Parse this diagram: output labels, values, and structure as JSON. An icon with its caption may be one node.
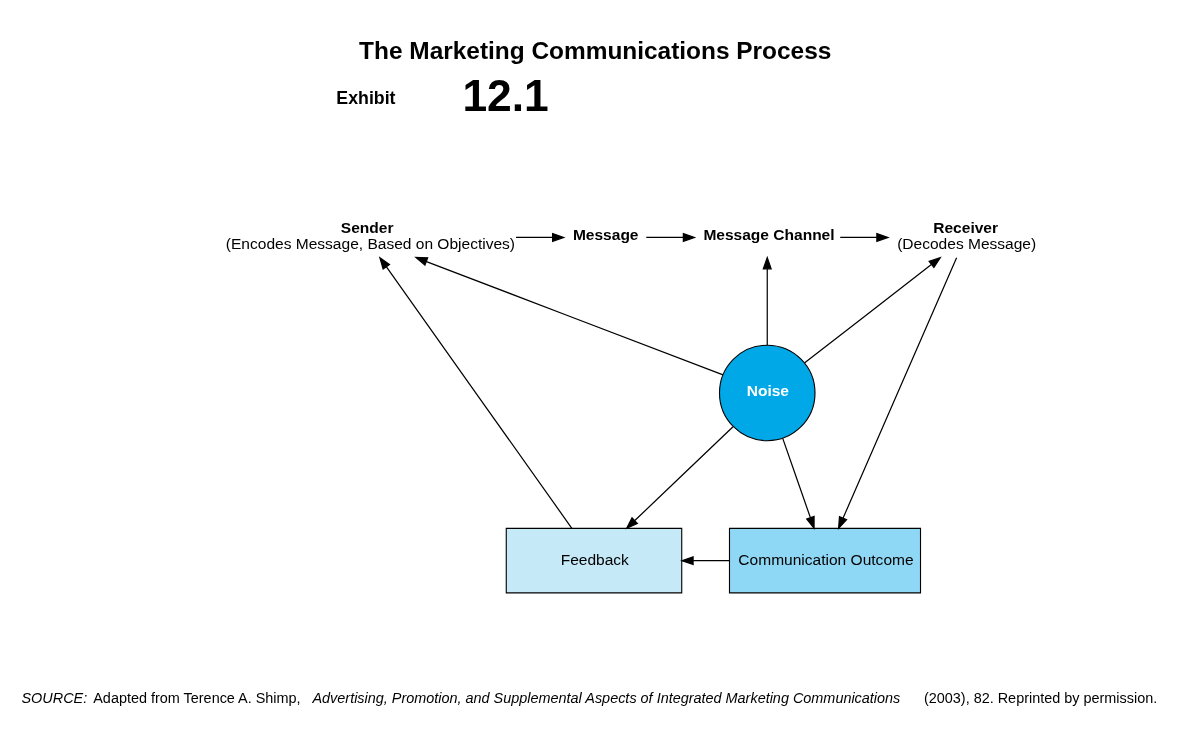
{
  "diagram": {
    "title": "The Marketing Communications Process",
    "nodes": [
      {
        "text": [
          "Sender",
          "(Encodes Message, Based on Objectives)"
        ]
      },
      {
        "text": [
          "Message"
        ]
      },
      {
        "text": [
          "Message Channel"
        ]
      },
      {
        "text": [
          "Receiver",
          "(Decodes Message)"
        ]
      },
      {
        "text": [
          "Noise"
        ]
      },
      {
        "text": [
          "Feedback"
        ]
      },
      {
        "text": [
          "Communication Outcome"
        ]
      }
    ],
    "edges": [
      {
        "from": 0,
        "to": 1,
        "arrow": "to"
      },
      {
        "from": 1,
        "to": 2,
        "arrow": "to"
      },
      {
        "from": 2,
        "to": 3,
        "arrow": "to"
      },
      {
        "from": 4,
        "to": 0,
        "arrow": "to"
      },
      {
        "from": 4,
        "to": 2,
        "arrow": "to"
      },
      {
        "from": 4,
        "to": 3,
        "arrow": "to"
      },
      {
        "from": 4,
        "to": 5,
        "arrow": "to"
      },
      {
        "from": 4,
        "to": 6,
        "arrow": "to"
      },
      {
        "from": 3,
        "to": 6,
        "arrow": "to"
      },
      {
        "from": 6,
        "to": 5,
        "arrow": "to"
      },
      {
        "from": 5,
        "to": 0,
        "arrow": "to"
      }
    ],
    "labels": [
      "Exhibit",
      "12.1",
      "*SOURCE:* Adapted from Terence A. Shimp, *Advertising, Promotion, and Supplemental Aspects of Integrated Marketing Communications* (2003), 82. Reprinted by permission."
    ]
  }
}
